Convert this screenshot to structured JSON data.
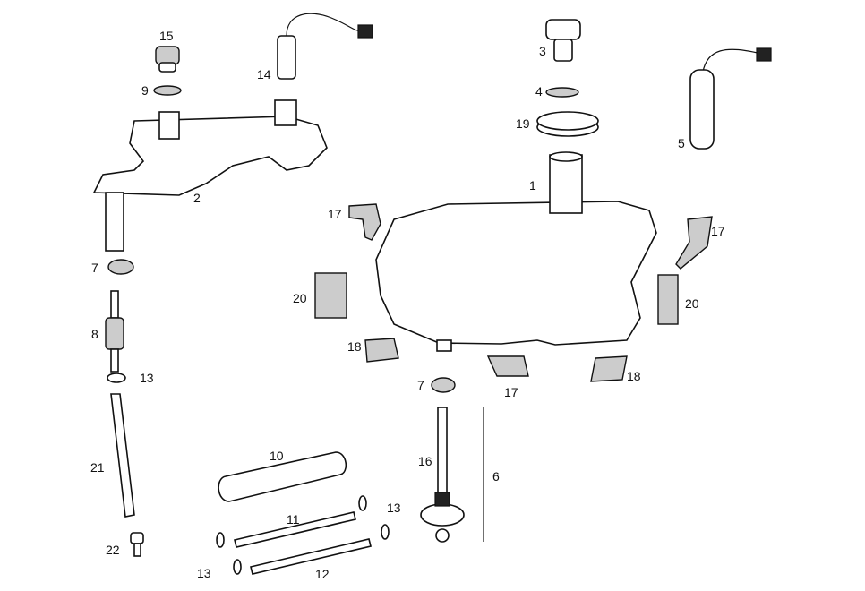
{
  "diagram": {
    "labels": [
      "15",
      "14",
      "9",
      "2",
      "7",
      "8",
      "13",
      "21",
      "22",
      "10",
      "11",
      "13",
      "13",
      "12",
      "3",
      "4",
      "19",
      "5",
      "1",
      "17",
      "17",
      "20",
      "20",
      "18",
      "7",
      "17",
      "18",
      "16",
      "6"
    ]
  }
}
